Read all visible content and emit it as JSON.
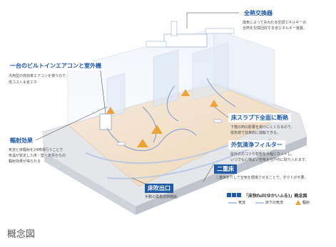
{
  "labels": {
    "heat_exchanger": {
      "title": "全熱交換器",
      "desc": [
        "換気によって失われる空調エネルギーの",
        "全熱を交換回収する省エネルギー装置。"
      ]
    },
    "aircon": {
      "title": "一台のビルトインエアコンと室外機",
      "desc": [
        "汎用型の高効率エアコンを使うので、",
        "低コスト＆省エネ"
      ]
    },
    "radiant": {
      "title": "輻射効果",
      "desc": [
        "気流と床輻射を24時間行うことで",
        "気温が安定した床・壁・天井からの",
        "輻射効果が得られる"
      ]
    },
    "slab_insulation": {
      "title": "床スラブ下全面に断熱",
      "desc": [
        "下階の熱の影響を受けにくくなるので、",
        "低負荷で効率的に運転できる。"
      ]
    },
    "filter": {
      "title": "外気清浄フィルター",
      "desc": [
        "屋外のホコリや花粉を大幅にカットし、",
        "いつでも心地よい空気を住戸内に取り入れます。"
      ]
    },
    "double_floor": {
      "title": "二重床",
      "desc": [
        "二重床を介して空気を循環させることで、ダクトが不要。"
      ]
    },
    "floor_outlet": {
      "title": "床吹出口",
      "desc": [
        "手動の風量調節機能。"
      ]
    }
  },
  "legend": {
    "title": "「床快full(ゆかいふる)」概念図",
    "items": [
      "気流",
      "床下の気流",
      "輻射"
    ]
  },
  "caption": "概念図",
  "colors": {
    "accent": "#1f5aa8",
    "airflow": "#6a8fd0",
    "underfloor_airflow": "#b9c8e6",
    "radiant": "#e8a33a",
    "floor": "#f1dfc6"
  }
}
